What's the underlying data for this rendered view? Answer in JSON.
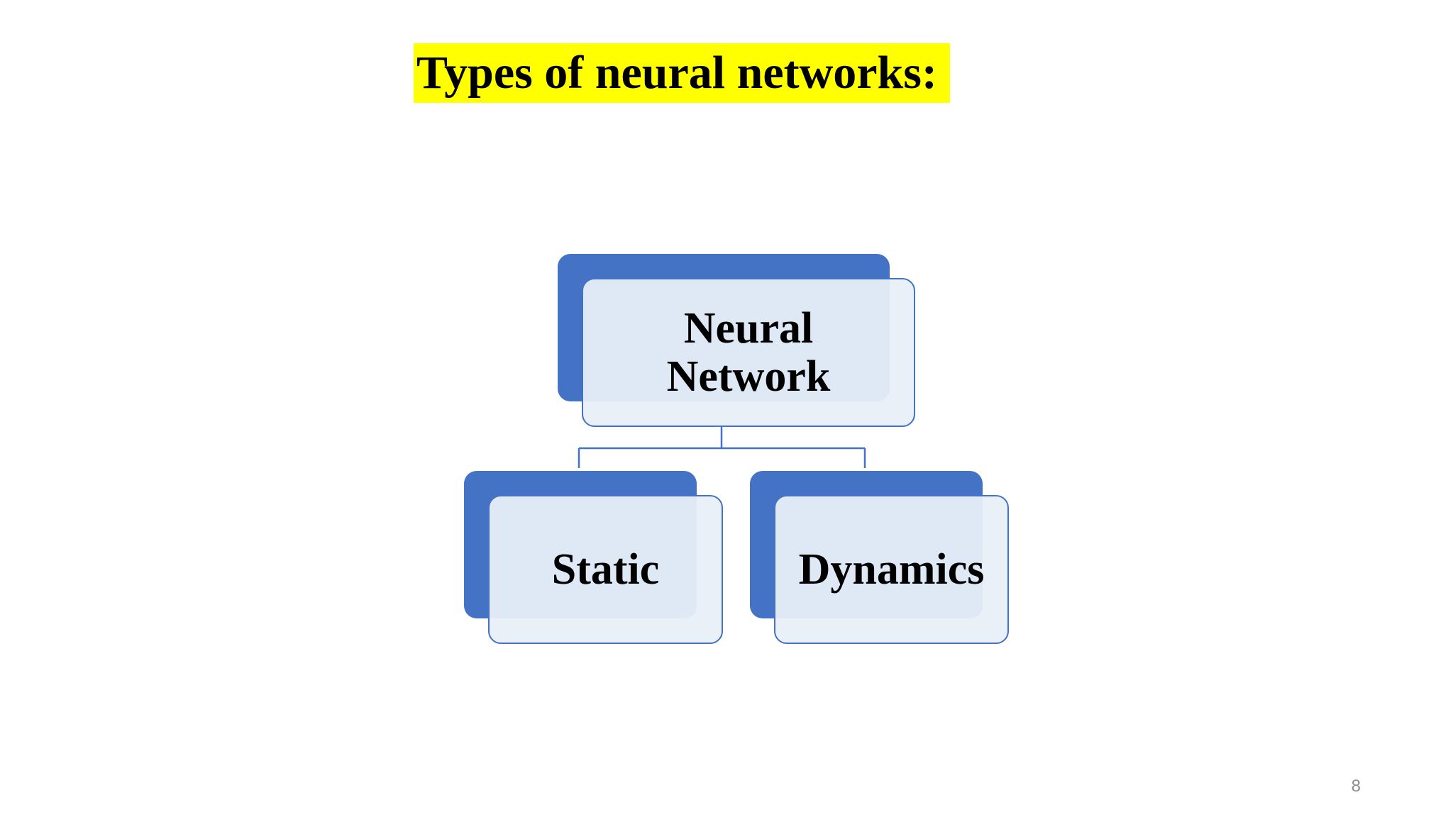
{
  "slide": {
    "title": "Types of neural networks:",
    "page_number": "8"
  },
  "diagram": {
    "root": {
      "label_line1": "Neural",
      "label_line2": "Network"
    },
    "children": [
      {
        "label": "Static"
      },
      {
        "label": "Dynamics"
      }
    ],
    "colors": {
      "accent": "#4472c4",
      "card_fill": "#e9eff8",
      "title_highlight": "#ffff00"
    }
  }
}
